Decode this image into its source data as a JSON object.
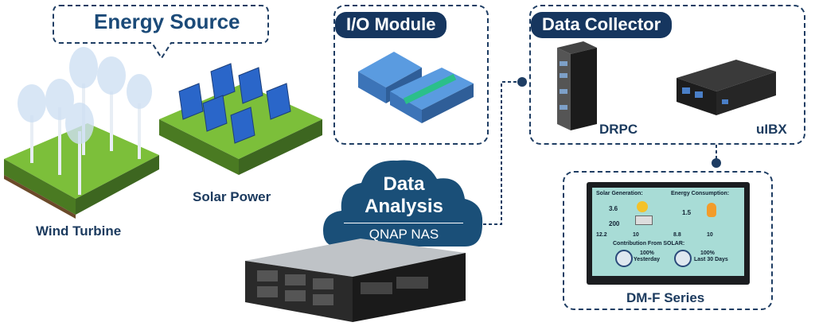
{
  "energy_source": {
    "title": "Energy Source",
    "wind_label": "Wind Turbine",
    "solar_label": "Solar Power"
  },
  "io_module": {
    "title": "I/O Module"
  },
  "data_collector": {
    "title": "Data Collector",
    "drpc_label": "DRPC",
    "uibx_label": "uIBX"
  },
  "data_analysis": {
    "title_line1": "Data",
    "title_line2": "Analysis",
    "subtitle": "QNAP NAS"
  },
  "display": {
    "label": "DM-F Series",
    "solar_heading": "Solar Generation:",
    "energy_heading": "Energy Consumption:",
    "value_1": "3.6",
    "value_2": "200",
    "value_3": "1.5",
    "value_4": "12.2",
    "value_5": "10",
    "value_6": "8.8",
    "value_7": "10",
    "contribution": "Contribution From SOLAR:",
    "pct_yesterday": "100%",
    "yesterday": "Yesterday",
    "pct_30": "100%",
    "last_30": "Last 30 Days"
  },
  "colors": {
    "navy": "#16365f",
    "cloud": "#1a4f78",
    "grass": "#6aa82e",
    "screen": "#a8dcd6"
  }
}
